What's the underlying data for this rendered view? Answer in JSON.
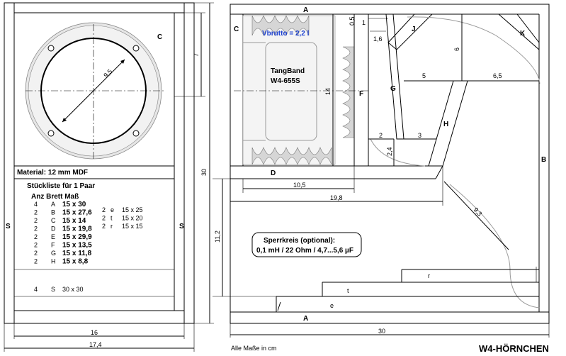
{
  "front": {
    "labels": {
      "c": "C",
      "s_left": "S",
      "s_right": "S"
    },
    "dims": {
      "cut_dia": "9,5",
      "top": "7",
      "height": "30",
      "inner_width": "16",
      "outer_width": "17,4"
    }
  },
  "materials": {
    "material": "Material: 12 mm MDF",
    "title": "Stückliste für 1 Paar",
    "header": "Anz  Brett  Maß",
    "rows": [
      {
        "qty": "4",
        "id": "A",
        "size": "15 x 30"
      },
      {
        "qty": "2",
        "id": "B",
        "size": "15 x 27,6"
      },
      {
        "qty": "2",
        "id": "C",
        "size": "15 x 14"
      },
      {
        "qty": "2",
        "id": "D",
        "size": "15 x 19,8"
      },
      {
        "qty": "2",
        "id": "E",
        "size": "15 x 29,9"
      },
      {
        "qty": "2",
        "id": "F",
        "size": "15 x 13,5"
      },
      {
        "qty": "2",
        "id": "G",
        "size": "15 x 11,8"
      },
      {
        "qty": "2",
        "id": "H",
        "size": "15 x  8,8"
      }
    ],
    "extra": [
      {
        "qty": "2",
        "id": "e",
        "size": "15 x 25"
      },
      {
        "qty": "2",
        "id": "t",
        "size": "15 x 20"
      },
      {
        "qty": "2",
        "id": "r",
        "size": "15 x 15"
      }
    ],
    "s_row": {
      "qty": "4",
      "id": "S",
      "size": "30 x 30"
    }
  },
  "side": {
    "labels": {
      "a_top": "A",
      "a_bottom": "A",
      "b": "B",
      "c": "C",
      "d": "D",
      "f": "F",
      "g": "G",
      "h": "H",
      "j": "J",
      "k": "K",
      "r": "r",
      "t": "t",
      "e": "e"
    },
    "vbrutto": "Vbrutto = 2,2 l",
    "driver_line1": "TangBand",
    "driver_line2": "W4-655S",
    "dims": {
      "d05": "0,5",
      "d1": "1",
      "d16": "1,6",
      "d6": "6",
      "d5": "5",
      "d65": "6,5",
      "d14": "14",
      "d2": "2",
      "d3": "3",
      "d24": "2,4",
      "d105": "10,5",
      "d198": "19,8",
      "d93": "9,3",
      "d112": "11,2",
      "d30": "30"
    },
    "sperr_title": "Sperrkreis (optional):",
    "sperr_value": "0,1 mH / 22 Ohm / 4,7...5,6 µF"
  },
  "footer": {
    "units": "Alle Maße in cm",
    "title": "W4-HÖRNCHEN"
  }
}
